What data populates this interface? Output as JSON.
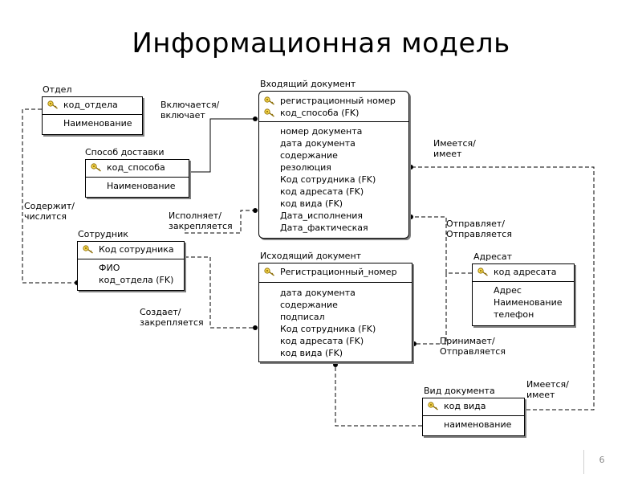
{
  "title": "Информационная модель",
  "page_number": "6",
  "entities": {
    "otdel": {
      "name": "Отдел",
      "keys": [
        "код_отдела"
      ],
      "attributes": [
        "Наименование"
      ]
    },
    "sposob": {
      "name": "Способ доставки",
      "keys": [
        "код_способа"
      ],
      "attributes": [
        "Наименование"
      ]
    },
    "sotrudnik": {
      "name": "Сотрудник",
      "keys": [
        "Код сотрудника"
      ],
      "attributes": [
        "ФИО",
        "код_отдела (FK)"
      ]
    },
    "vhodyashiy": {
      "name": "Входящий документ",
      "keys": [
        "регистрационный номер",
        "код_способа (FK)"
      ],
      "attributes": [
        "номер документа",
        "дата документа",
        "содержание",
        "резолюция",
        "Код сотрудника (FK)",
        "код адресата (FK)",
        "код вида (FK)",
        "Дата_исполнения",
        "Дата_фактическая"
      ]
    },
    "ishodyashiy": {
      "name": "Исходящий документ",
      "keys": [
        "Регистрационный_номер"
      ],
      "attributes": [
        "дата документа",
        "содержание",
        "подписал",
        "Код сотрудника (FK)",
        "код адресата (FK)",
        "код вида (FK)"
      ]
    },
    "adresat": {
      "name": "Адресат",
      "keys": [
        "код адресата"
      ],
      "attributes": [
        "Адрес",
        "Наименование",
        "телефон"
      ]
    },
    "vid": {
      "name": "Вид документа",
      "keys": [
        "код вида"
      ],
      "attributes": [
        "наименование"
      ]
    }
  },
  "relationships": {
    "vkluchaetsya": [
      "Включается/",
      "включает"
    ],
    "soderzhit": [
      "Содержит/",
      "числится"
    ],
    "ispolnyaet": [
      "Исполняет/",
      "закрепляется"
    ],
    "sozdaet": [
      "Создает/",
      "закрепляется"
    ],
    "imeetsya1": [
      "Имеется/",
      "имеет"
    ],
    "otpravlyaet": [
      "Отправляет/",
      "Отправляется"
    ],
    "prinimaet": [
      "Принимает/",
      "Отправляется"
    ],
    "imeetsya2": [
      "Имеется/",
      "имеет"
    ]
  }
}
